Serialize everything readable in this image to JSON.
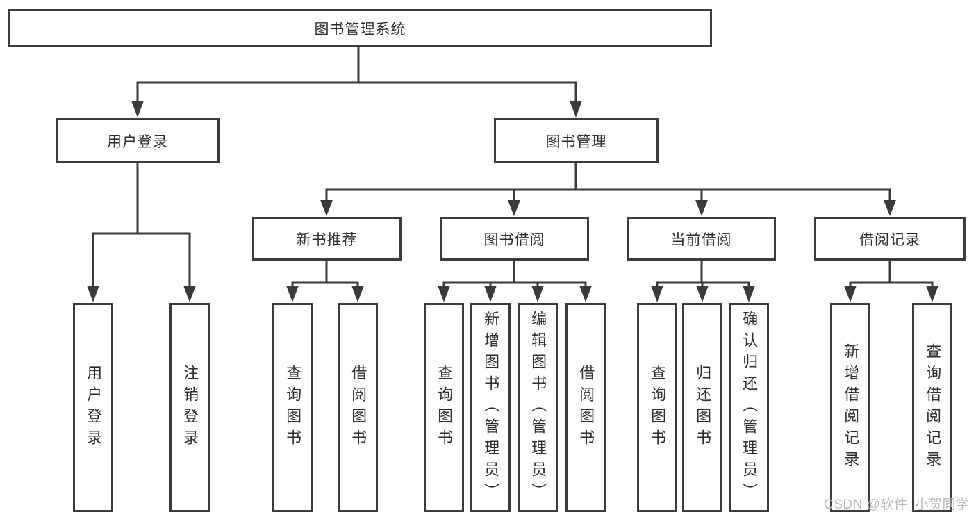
{
  "tree": {
    "root_label": "图书管理系统",
    "branches": [
      {
        "label": "用户登录",
        "children": [
          "用户登录",
          "注销登录"
        ]
      },
      {
        "label": "图书管理",
        "groups": [
          {
            "label": "新书推荐",
            "children": [
              "查询图书",
              "借阅图书"
            ]
          },
          {
            "label": "图书借阅",
            "children": [
              "查询图书",
              "新增图书（管理员）",
              "编辑图书（管理员）",
              "借阅图书"
            ]
          },
          {
            "label": "当前借阅",
            "children": [
              "查询图书",
              "归还图书",
              "确认归还（管理员）"
            ]
          },
          {
            "label": "借阅记录",
            "children": [
              "新增借阅记录",
              "查询借阅记录"
            ]
          }
        ]
      }
    ]
  },
  "watermark": {
    "text": "CSDN @软件_小贺同学"
  },
  "colors": {
    "background": "#ffffff",
    "box_border": "#3b3b3b",
    "line": "#3a3a3a",
    "text": "#2d2d2d",
    "watermark": "#b9b9b9"
  }
}
